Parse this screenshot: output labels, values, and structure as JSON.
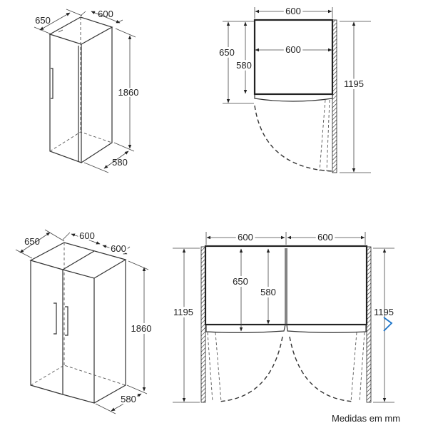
{
  "single_iso": {
    "depth": "650",
    "width": "600",
    "height": "1860",
    "depth_body": "580"
  },
  "single_plan": {
    "width_top": "600",
    "width_inner": "600",
    "depth_total": "650",
    "depth_body": "580",
    "door_clearance": "1195"
  },
  "double_iso": {
    "depth": "650",
    "width_left": "600",
    "width_right": "600",
    "height": "1860",
    "depth_body": "580"
  },
  "double_plan": {
    "width_left": "600",
    "width_right": "600",
    "depth_total": "650",
    "depth_body": "580",
    "clearance_left": "1195",
    "clearance_right": "1195"
  },
  "footer": {
    "units_note": "Medidas em mm"
  },
  "colors": {
    "line": "#333333",
    "accent_chevron": "#1a73c8"
  }
}
